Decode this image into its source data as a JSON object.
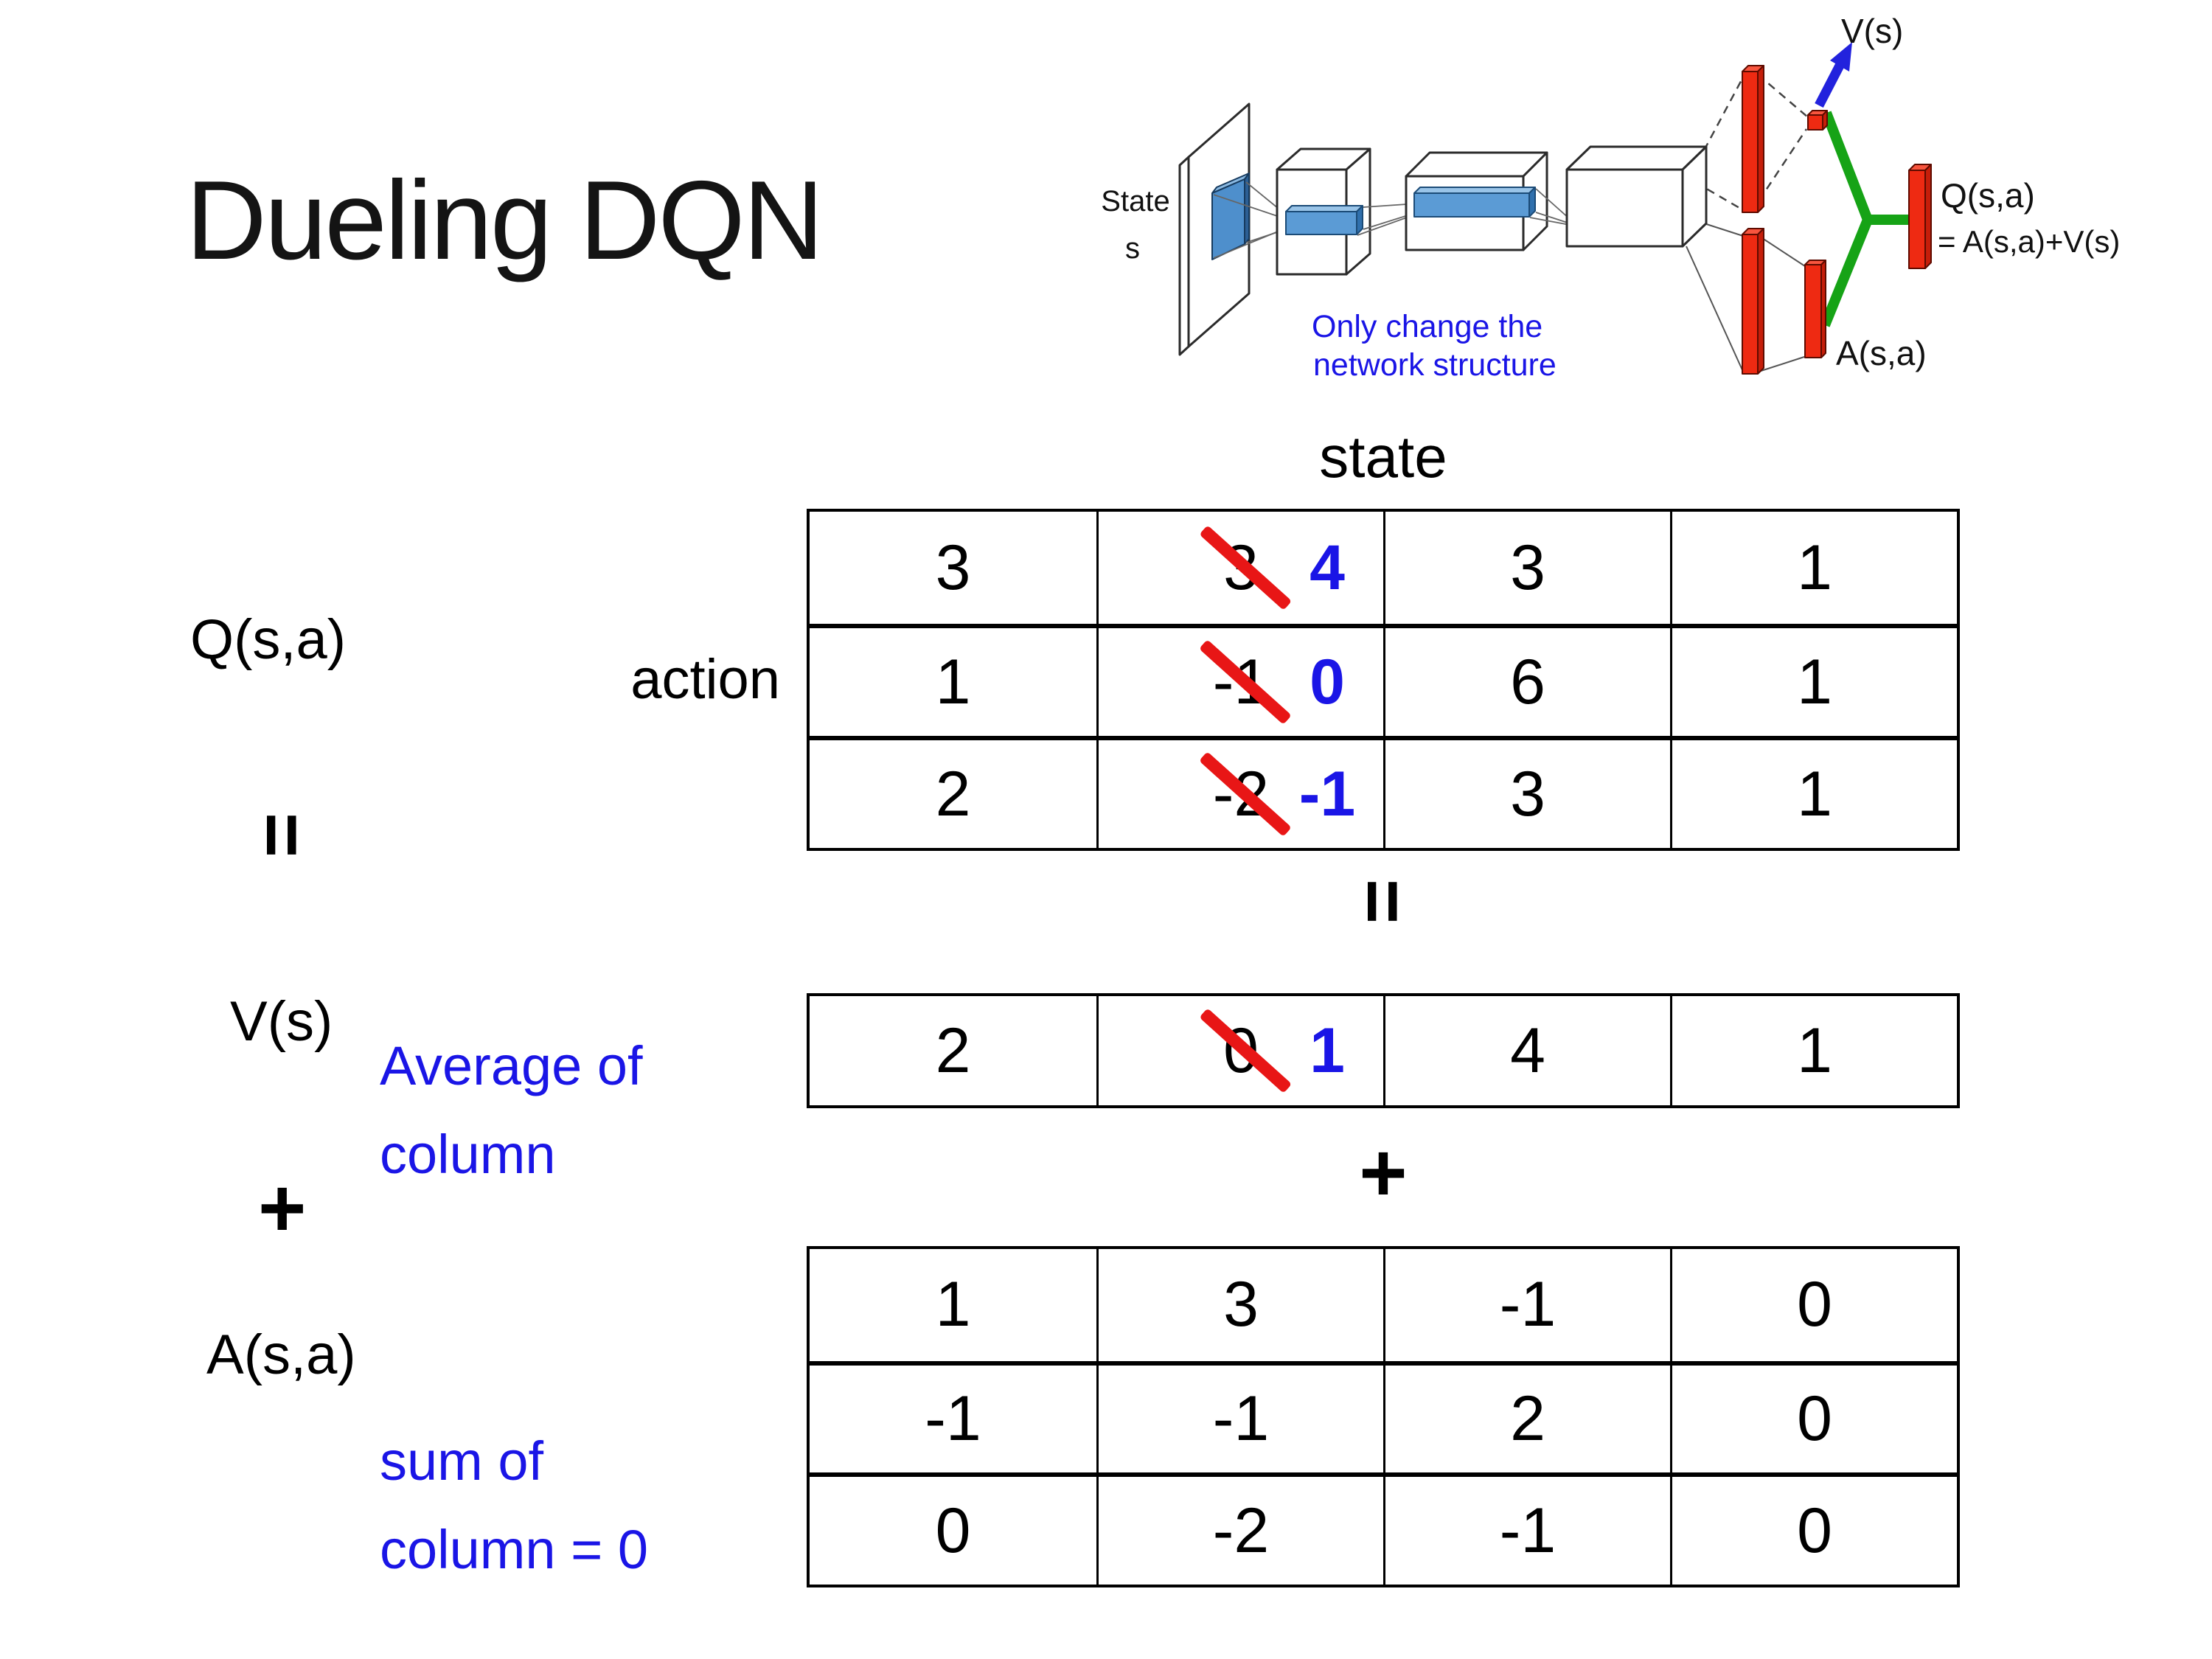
{
  "title": "Dueling DQN",
  "diagram": {
    "state_line1": "State",
    "state_line2": "s",
    "note_line1": "Only change the",
    "note_line2": "network structure",
    "v_out_label": "V(s)",
    "q_out_label_line1": "Q(s,a)",
    "q_out_label_line2": "= A(s,a)+V(s)",
    "a_out_label": "A(s,a)"
  },
  "equation": {
    "state_axis": "state",
    "action_axis": "action",
    "q_label": "Q(s,a)",
    "v_label": "V(s)",
    "a_label": "A(s,a)",
    "equals": "=",
    "plus": "+",
    "average_note_line1": "Average of",
    "average_note_line2": "column",
    "sum_note_line1": "sum of",
    "sum_note_line2": "column = 0"
  },
  "q_table": {
    "rows": [
      [
        "3",
        {
          "old": "3",
          "new": "4"
        },
        "3",
        "1"
      ],
      [
        "1",
        {
          "old": "-1",
          "new": "0"
        },
        "6",
        "1"
      ],
      [
        "2",
        {
          "old": "-2",
          "new": "-1"
        },
        "3",
        "1"
      ]
    ]
  },
  "v_row": [
    "2",
    {
      "old": "0",
      "new": "1"
    },
    "4",
    "1"
  ],
  "a_table": {
    "rows": [
      [
        "1",
        "3",
        "-1",
        "0"
      ],
      [
        "-1",
        "-1",
        "2",
        "0"
      ],
      [
        "0",
        "-2",
        "-1",
        "0"
      ]
    ]
  },
  "colors": {
    "correction_blue": "#1a15e6",
    "strike_red": "#e81616",
    "note_blue": "#1a15e6",
    "bar_red": "#ee2a12",
    "link_green": "#16a316",
    "filter_blue": "#5b9bd5",
    "arrow_blue": "#2222dd"
  }
}
